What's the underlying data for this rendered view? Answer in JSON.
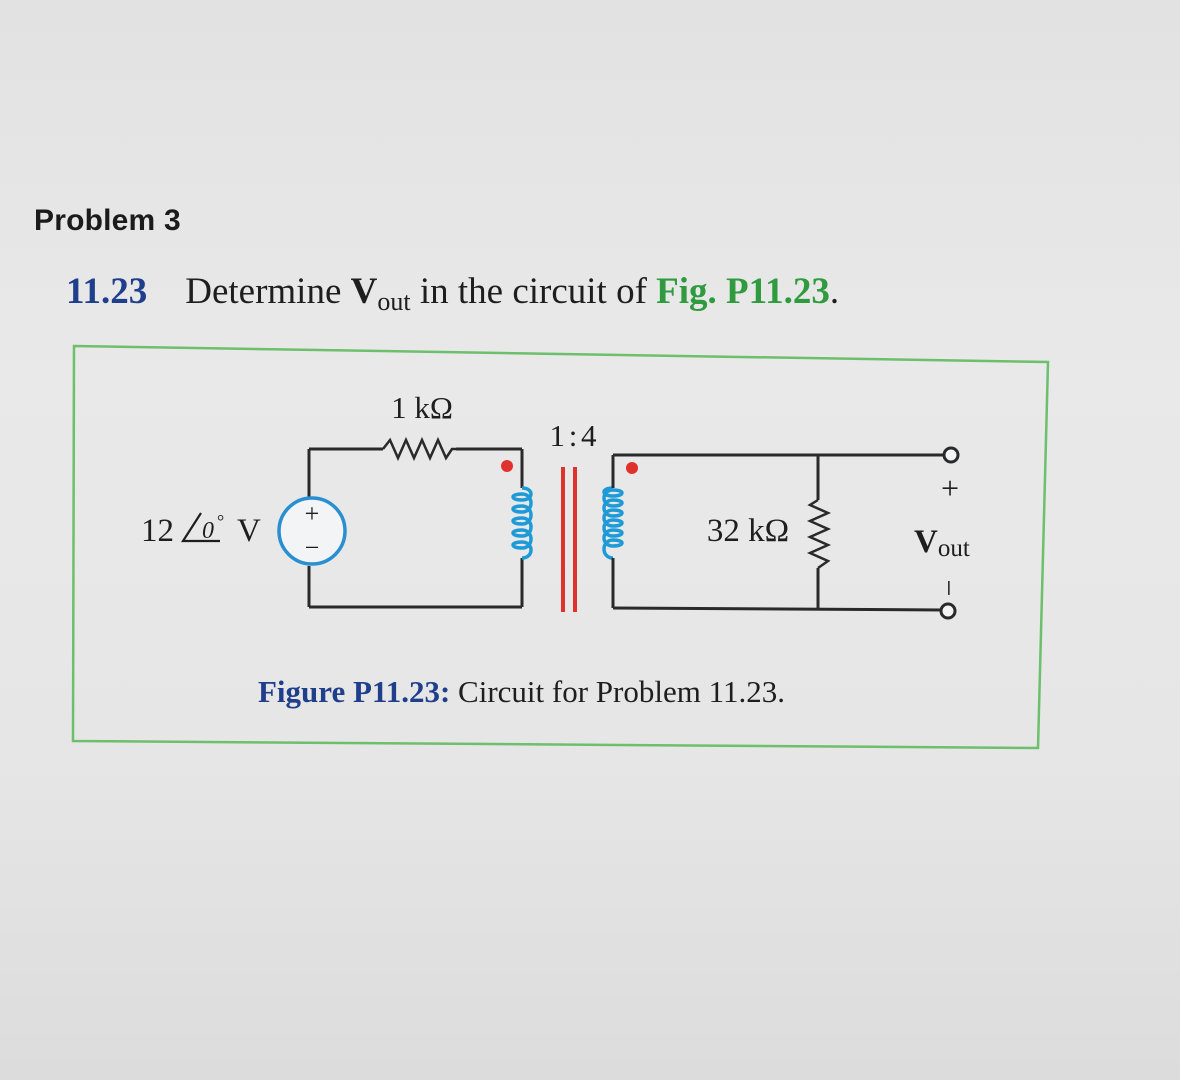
{
  "problem": {
    "heading": "Problem 3",
    "number": "11.23",
    "text_before": "Determine ",
    "var_main": "V",
    "var_sub": "out",
    "text_after": " in the circuit of ",
    "fig_ref": "Fig. P11.23",
    "period": "."
  },
  "figure": {
    "source_label": "12",
    "source_angle": "0",
    "source_degree": "°",
    "source_unit": "V",
    "source_plus": "+",
    "source_minus": "−",
    "resistor1_label": "1 kΩ",
    "turns_ratio": "1 : 4",
    "resistor2_label": "32 kΩ",
    "output_plus": "+",
    "output_minus": "−",
    "output_var_main": "V",
    "output_var_sub": "out",
    "caption_prefix": "Figure P11.23:",
    "caption_text": " Circuit for Problem 11.23."
  },
  "colors": {
    "frame_green": "#6cbf6c",
    "source_blue": "#2a8fd0",
    "coil_blue": "#1e9bd7",
    "core_red": "#e0322d",
    "dot_red": "#e0322d",
    "caption_blue": "#1f3f8c",
    "ref_green": "#2f9a3e"
  }
}
